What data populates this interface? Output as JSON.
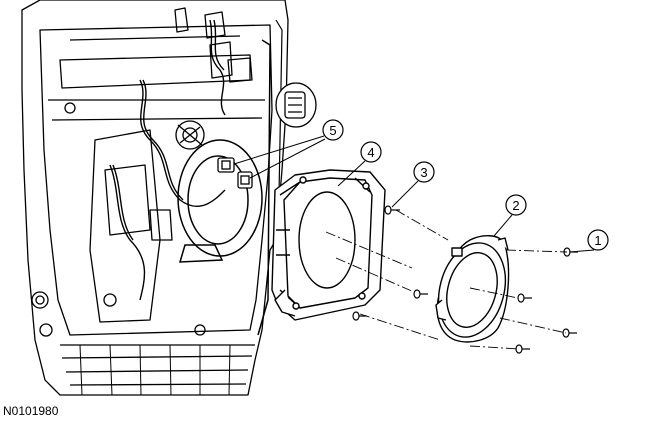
{
  "figure_code": "N0101980",
  "callouts": [
    {
      "id": "1",
      "part": "speaker-screws"
    },
    {
      "id": "2",
      "part": "speaker"
    },
    {
      "id": "3",
      "part": "speaker-bracket-screws"
    },
    {
      "id": "4",
      "part": "speaker-bracket"
    },
    {
      "id": "5",
      "part": "electrical-connectors"
    }
  ],
  "colors": {
    "line": "#000000",
    "background": "#ffffff"
  }
}
